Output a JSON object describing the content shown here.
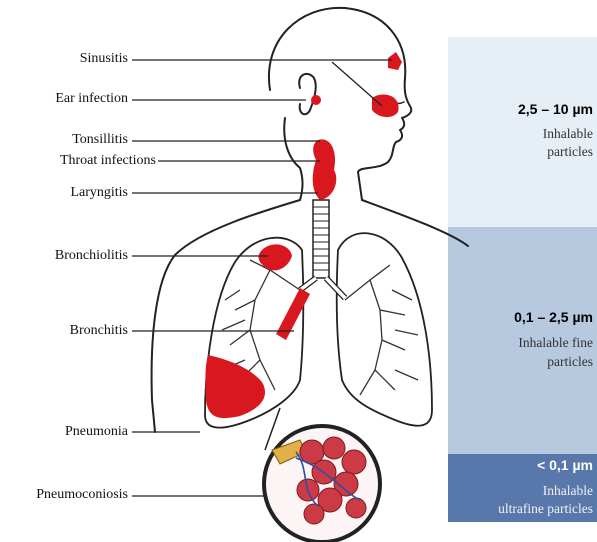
{
  "labels": [
    {
      "id": "sinusitis",
      "text": "Sinusitis"
    },
    {
      "id": "ear",
      "text": "Ear infection"
    },
    {
      "id": "tonsillitis",
      "text": "Tonsillitis"
    },
    {
      "id": "throat",
      "text": "Throat infections"
    },
    {
      "id": "laryngitis",
      "text": "Laryngitis"
    },
    {
      "id": "bronchiolitis",
      "text": "Bronchiolitis"
    },
    {
      "id": "bronchitis",
      "text": "Bronchitis"
    },
    {
      "id": "pneumonia",
      "text": "Pneumonia"
    },
    {
      "id": "pneumoconiosis",
      "text": "Pneumoconiosis"
    }
  ],
  "bands": [
    {
      "size": "2,5 – 10 µm",
      "desc_line1": "Inhalable",
      "desc_line2": "particles",
      "color": "#e6eef6"
    },
    {
      "size": "0,1 – 2,5 µm",
      "desc_line1": "Inhalable fine",
      "desc_line2": "particles",
      "color": "#b6c9de"
    },
    {
      "size": "< 0,1 µm",
      "desc_line1": "Inhalable",
      "desc_line2": "ultrafine particles",
      "color": "#5877ab"
    }
  ],
  "colors": {
    "inflammation": "#d8181e",
    "outline": "#222222"
  }
}
